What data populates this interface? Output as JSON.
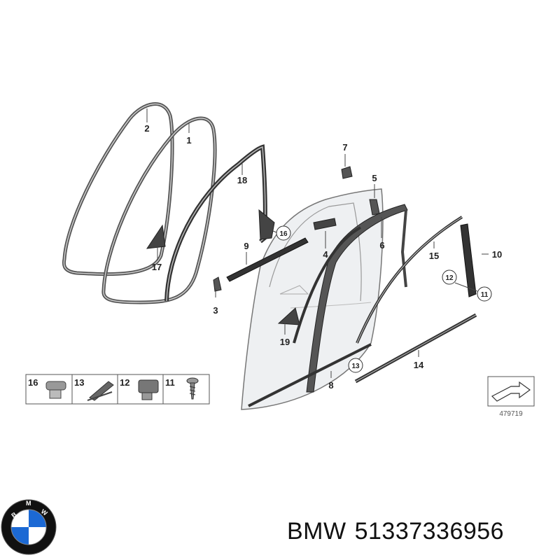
{
  "callouts": {
    "c1": "1",
    "c2": "2",
    "c3": "3",
    "c4": "4",
    "c5": "5",
    "c6": "6",
    "c7": "7",
    "c8": "8",
    "c9": "9",
    "c10": "10",
    "c11": "11",
    "c12": "12",
    "c13": "13",
    "c14": "14",
    "c15": "15",
    "c16": "16",
    "c17": "17",
    "c18": "18",
    "c19": "19"
  },
  "legend": {
    "items": [
      {
        "label": "16",
        "icon": "clip-icon"
      },
      {
        "label": "13",
        "icon": "rail-clip-icon"
      },
      {
        "label": "12",
        "icon": "bracket-clip-icon"
      },
      {
        "label": "11",
        "icon": "screw-icon"
      }
    ]
  },
  "diagram_ref": "479719",
  "brand": {
    "logo_text": "BMW",
    "name": "BMW",
    "part_number": "51337336956"
  },
  "colors": {
    "line": "#3a3a3a",
    "door_fill": "#eef0f2",
    "logo_blue": "#1c69d4",
    "logo_ring": "#111111"
  }
}
